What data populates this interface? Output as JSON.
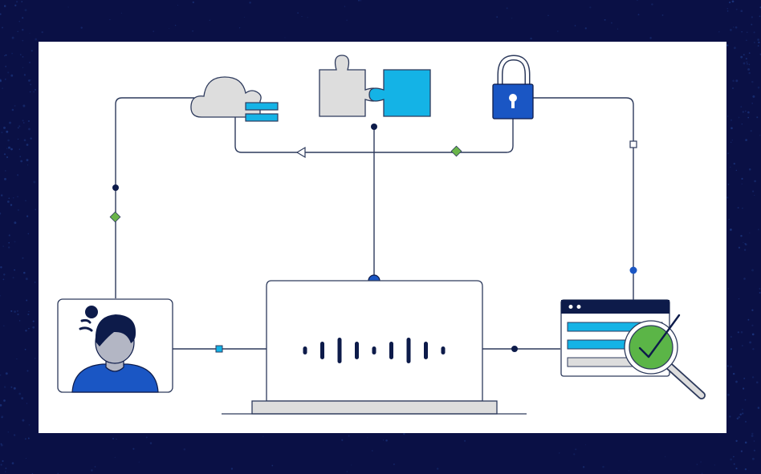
{
  "colors": {
    "frame_background": "#0a1045",
    "panel_background": "#ffffff",
    "line": "#2d3a5c",
    "navy": "#0d1b4a",
    "royal_blue": "#1a56c4",
    "cyan": "#14b3e6",
    "light_gray": "#dddddd",
    "green": "#6ab54a",
    "check_green": "#5bb547"
  },
  "diagram": {
    "nodes": [
      {
        "id": "user",
        "icon": "user-avatar-icon"
      },
      {
        "id": "laptop",
        "icon": "laptop-icon",
        "logo": "audio-bars-logo"
      },
      {
        "id": "cloud",
        "icon": "cloud-storage-icon"
      },
      {
        "id": "integration",
        "icon": "puzzle-pieces-icon"
      },
      {
        "id": "security",
        "icon": "padlock-icon"
      },
      {
        "id": "verification",
        "icon": "search-verify-icon"
      }
    ],
    "edges": [
      {
        "from": "user",
        "to": "laptop",
        "marker": "square"
      },
      {
        "from": "laptop",
        "to": "verification",
        "marker": "dot"
      },
      {
        "from": "laptop",
        "to": "integration",
        "marker": "dot"
      },
      {
        "from": "user",
        "to": "cloud",
        "marker": "diamond"
      },
      {
        "from": "security",
        "to": "cloud",
        "marker": "diamond-and-arrow"
      },
      {
        "from": "security",
        "to": "verification",
        "marker": "square-and-dot"
      }
    ]
  }
}
